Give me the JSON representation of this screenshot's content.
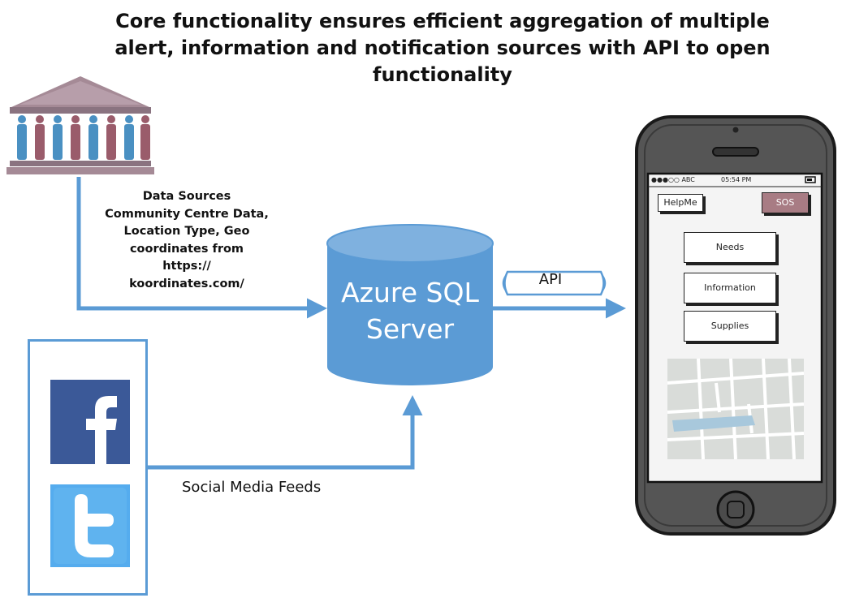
{
  "title": "Core functionality ensures efficient aggregation of multiple alert, information and notification sources with API to open functionality",
  "data_sources": {
    "heading": "Data Sources",
    "lines": [
      "Community Centre Data,",
      "Location Type, Geo",
      "coordinates from",
      "https://",
      "koordinates.com/"
    ]
  },
  "database": {
    "line1": "Azure SQL",
    "line2": "Server",
    "color": "#5b9bd5"
  },
  "api_label": "API",
  "social_label": "Social Media Feeds",
  "icons": {
    "institution": "government-building-icon",
    "facebook": "facebook-icon",
    "twitter": "twitter-icon"
  },
  "phone": {
    "status_carrier": "●●●○○ ABC",
    "status_time": "05:54 PM",
    "helpme_label": "HelpMe",
    "sos_label": "SOS",
    "menu": [
      "Needs",
      "Information",
      "Supplies"
    ]
  },
  "colors": {
    "arrow": "#5b9bd5",
    "facebook": "#3b5998",
    "twitter": "#55acee",
    "sos": "#a87c84"
  }
}
